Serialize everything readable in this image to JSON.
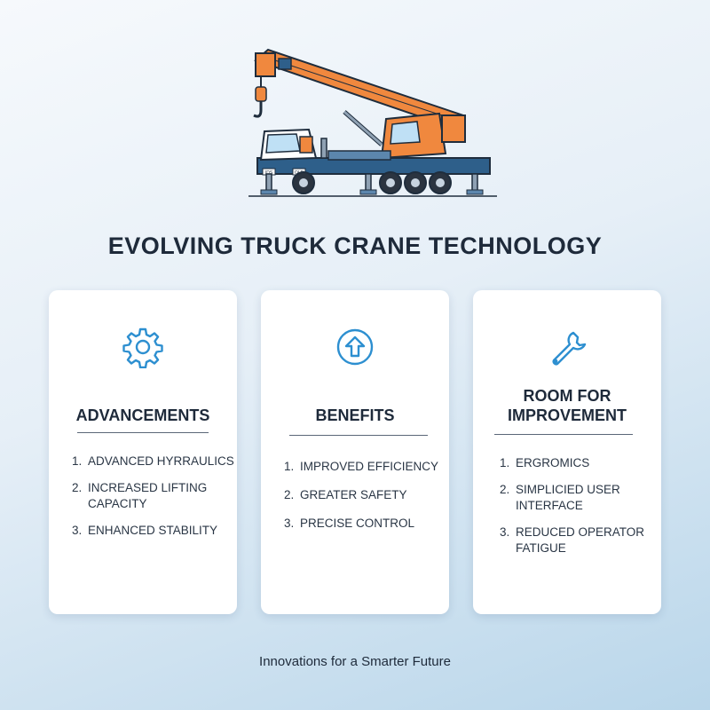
{
  "title": "EVOLVING TRUCK CRANE TECHNOLOGY",
  "hero": {
    "icon": "truck-crane-illustration",
    "plate_front": "IDS",
    "plate_side": "OLD",
    "colors": {
      "boom": "#f0883e",
      "cab": "#f0883e",
      "chassis": "#2e5f8a",
      "outline": "#1f2d3d",
      "glass": "#bfe0f5"
    }
  },
  "cards": [
    {
      "icon": "gear-icon",
      "heading": "ADVANCEMENTS",
      "items": [
        {
          "num": "1.",
          "text": "ADVANCED HYRRAULICS"
        },
        {
          "num": "2.",
          "text": "INCREASED LIFTING CAPACITY"
        },
        {
          "num": "3.",
          "text": "ENHANCED STABILITY"
        }
      ]
    },
    {
      "icon": "arrow-up-circle-icon",
      "heading": "BENEFITS",
      "items": [
        {
          "num": "1.",
          "text": "IMPROVED EFFICIENCY"
        },
        {
          "num": "2.",
          "text": "GREATER SAFETY"
        },
        {
          "num": "3.",
          "text": "PRECISE CONTROL"
        }
      ]
    },
    {
      "icon": "wrench-icon",
      "heading": "ROOM FOR IMPROVEMENT",
      "items": [
        {
          "num": "1.",
          "text": "ERGROMICS"
        },
        {
          "num": "2.",
          "text": "SIMPLICIED USER INTERFACE"
        },
        {
          "num": "3.",
          "text": "REDUCED OPERATOR FATIGUE"
        }
      ]
    }
  ],
  "footer": "Innovations for a Smarter Future",
  "colors": {
    "accent_icon": "#2d8fd0",
    "text_dark": "#1e2a3a",
    "card_bg": "#ffffff"
  }
}
